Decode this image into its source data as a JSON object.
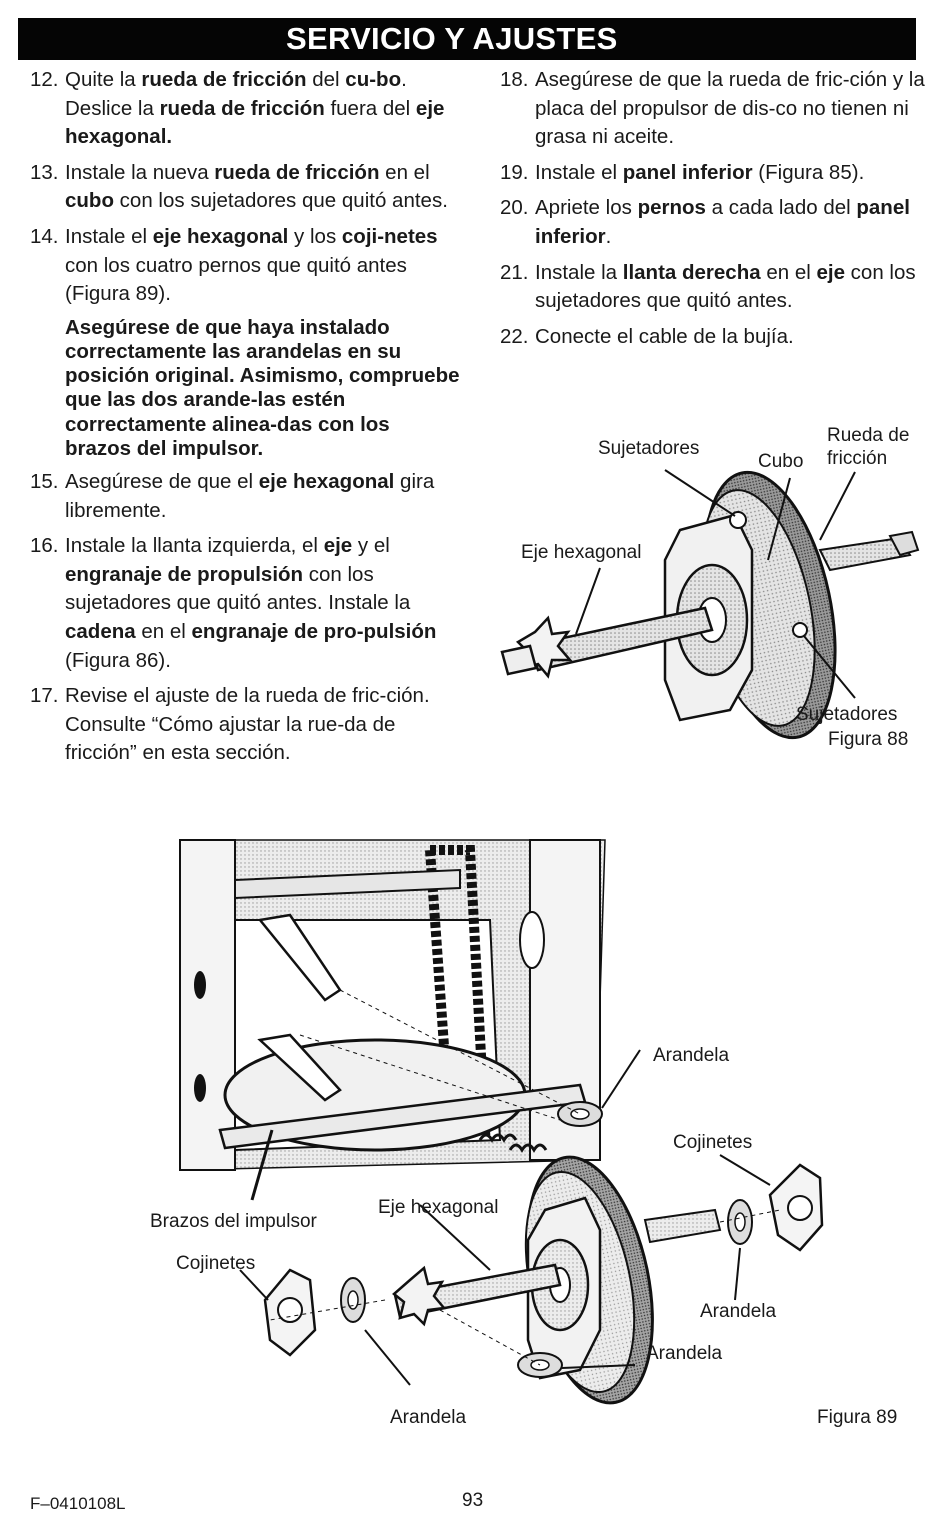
{
  "header": {
    "title": "SERVICIO Y AJUSTES"
  },
  "left_steps": [
    {
      "num": "12.",
      "parts": [
        {
          "t": "Quite la "
        },
        {
          "t": "rueda de fricción",
          "b": true
        },
        {
          "t": " del "
        },
        {
          "t": "cu-bo",
          "b": true
        },
        {
          "t": ". Deslice la "
        },
        {
          "t": "rueda de fricción",
          "b": true
        },
        {
          "t": " fuera del "
        },
        {
          "t": "eje hexagonal.",
          "b": true
        }
      ]
    },
    {
      "num": "13.",
      "parts": [
        {
          "t": "Instale la nueva "
        },
        {
          "t": "rueda de fricción",
          "b": true
        },
        {
          "t": " en el "
        },
        {
          "t": "cubo",
          "b": true
        },
        {
          "t": " con los sujetadores que quitó antes."
        }
      ]
    },
    {
      "num": "14.",
      "parts": [
        {
          "t": "Instale el "
        },
        {
          "t": "eje hexagonal",
          "b": true
        },
        {
          "t": " y los "
        },
        {
          "t": "coji-netes",
          "b": true
        },
        {
          "t": " con los cuatro pernos que quitó antes (Figura 89)."
        }
      ]
    }
  ],
  "warning": "Asegúrese de que haya instalado correctamente las arandelas en su posición original. Asimismo, compruebe que las dos arande-las estén correctamente alinea-das con los brazos del impulsor.",
  "left_steps_2": [
    {
      "num": "15.",
      "parts": [
        {
          "t": "Asegúrese de que el "
        },
        {
          "t": "eje hexagonal",
          "b": true
        },
        {
          "t": " gira libremente."
        }
      ]
    },
    {
      "num": "16.",
      "parts": [
        {
          "t": "Instale la llanta izquierda, el "
        },
        {
          "t": "eje",
          "b": true
        },
        {
          "t": " y el "
        },
        {
          "t": "engranaje de propulsión",
          "b": true
        },
        {
          "t": " con los sujetadores que quitó antes. Instale la "
        },
        {
          "t": "cadena",
          "b": true
        },
        {
          "t": " en el "
        },
        {
          "t": "engranaje de pro-pulsión",
          "b": true
        },
        {
          "t": " (Figura 86)."
        }
      ]
    },
    {
      "num": "17.",
      "parts": [
        {
          "t": "Revise el ajuste de la rueda de fric-ción. Consulte “Cómo ajustar la rue-da de fricción” en esta sección."
        }
      ]
    }
  ],
  "right_steps": [
    {
      "num": "18.",
      "parts": [
        {
          "t": "Asegúrese de que la rueda de fric-ción y la placa del propulsor de dis-co no tienen ni grasa ni aceite."
        }
      ]
    },
    {
      "num": "19.",
      "parts": [
        {
          "t": "Instale el "
        },
        {
          "t": "panel inferior",
          "b": true
        },
        {
          "t": " (Figura 85)."
        }
      ]
    },
    {
      "num": "20.",
      "parts": [
        {
          "t": "Apriete los "
        },
        {
          "t": "pernos",
          "b": true
        },
        {
          "t": " a cada lado del "
        },
        {
          "t": "panel inferior",
          "b": true
        },
        {
          "t": "."
        }
      ]
    },
    {
      "num": "21.",
      "parts": [
        {
          "t": "Instale la "
        },
        {
          "t": "llanta derecha",
          "b": true
        },
        {
          "t": " en el "
        },
        {
          "t": "eje",
          "b": true
        },
        {
          "t": " con los sujetadores que quitó antes."
        }
      ]
    },
    {
      "num": "22.",
      "parts": [
        {
          "t": "Conecte el cable de la bujía."
        }
      ]
    }
  ],
  "fig88": {
    "label_sujetadores_top": "Sujetadores",
    "label_cubo": "Cubo",
    "label_rueda_1": "Rueda de",
    "label_rueda_2": "fricción",
    "label_eje": "Eje hexagonal",
    "label_sujetadores_bottom": "Sujetadores",
    "caption": "Figura 88"
  },
  "fig89": {
    "label_arandela_top": "Arandela",
    "label_cojinetes_right": "Cojinetes",
    "label_brazos": "Brazos del impulsor",
    "label_eje": "Eje hexagonal",
    "label_cojinetes_left": "Cojinetes",
    "label_arandela_right": "Arandela",
    "label_arandela_mid": "Arandela",
    "label_arandela_bottom": "Arandela",
    "caption": "Figura 89"
  },
  "footer": {
    "code": "F–0410108L",
    "page": "93"
  }
}
